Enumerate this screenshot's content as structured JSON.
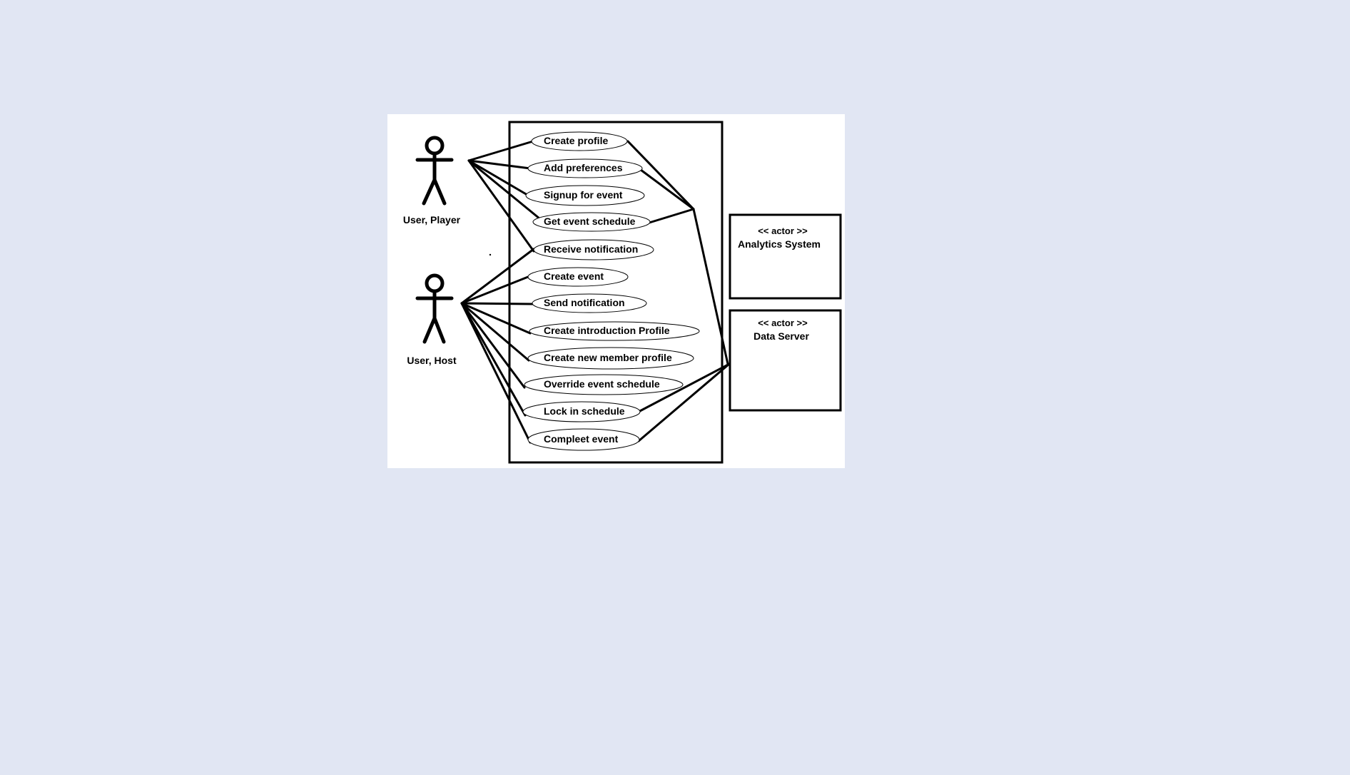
{
  "colors": {
    "background": "#e1e6f3",
    "canvas": "#ffffff",
    "ink": "#000000"
  },
  "diagram": {
    "actors": {
      "player": {
        "label": "User, Player",
        "icon": "stick-figure-icon"
      },
      "host": {
        "label": "User, Host",
        "icon": "stick-figure-icon"
      },
      "analytics": {
        "stereotype": "<< actor >>",
        "label": "Analytics System"
      },
      "data_server": {
        "stereotype": "<< actor >>",
        "label": "Data Server"
      }
    },
    "use_cases": [
      "Create profile",
      "Add preferences",
      "Signup for event",
      "Get event schedule",
      "Receive notification",
      "Create event",
      "Send notification",
      "Create introduction Profile",
      "Create new member profile",
      "Override event schedule",
      "Lock in schedule",
      "Compleet event"
    ]
  }
}
